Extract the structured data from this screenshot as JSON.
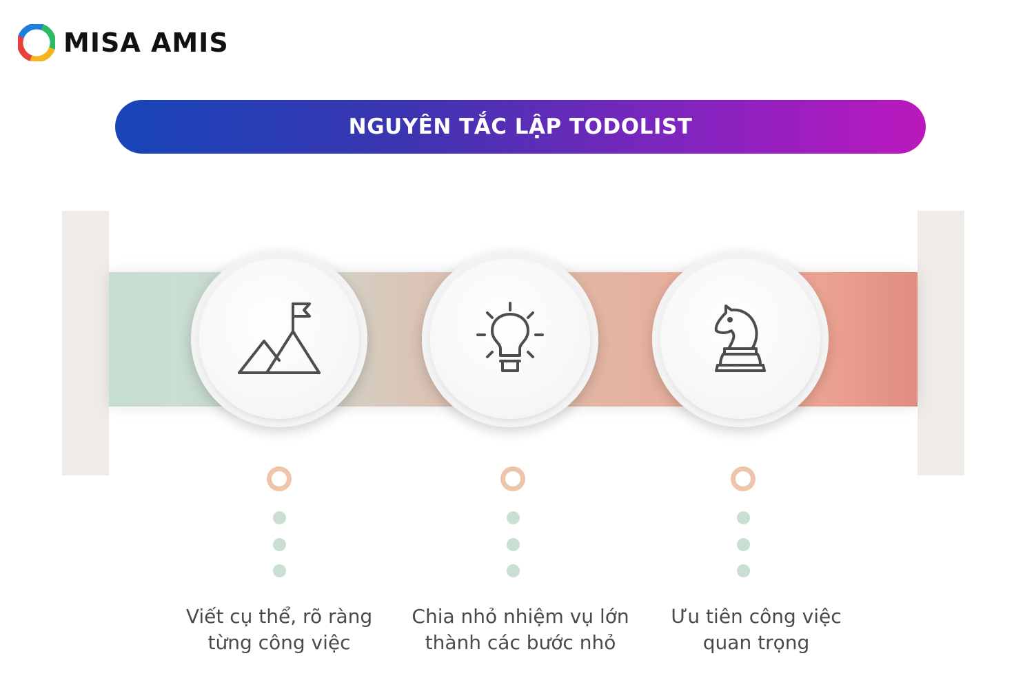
{
  "brand": {
    "name": "MISA AMIS",
    "logo_icon": "misa-amis-logo"
  },
  "title": "NGUYÊN TẮC LẬP TODOLIST",
  "steps": [
    {
      "icon": "mountain-flag-icon",
      "lines": [
        "Viết cụ thể, rõ ràng",
        "từng công việc"
      ]
    },
    {
      "icon": "lightbulb-icon",
      "lines": [
        "Chia nhỏ nhiệm vụ lớn",
        "thành các bước nhỏ"
      ]
    },
    {
      "icon": "chess-knight-icon",
      "lines": [
        "Ưu tiên công việc",
        "quan trọng"
      ]
    }
  ],
  "colors": {
    "title_gradient": [
      "#1744b8",
      "#bb18bd"
    ],
    "band_gradient": [
      "#a9cbb6",
      "#d9c4b6",
      "#eca392"
    ],
    "ring": "#eec4ab",
    "dot": "#c9dfd1",
    "icon_stroke": "#4d4d4d"
  }
}
